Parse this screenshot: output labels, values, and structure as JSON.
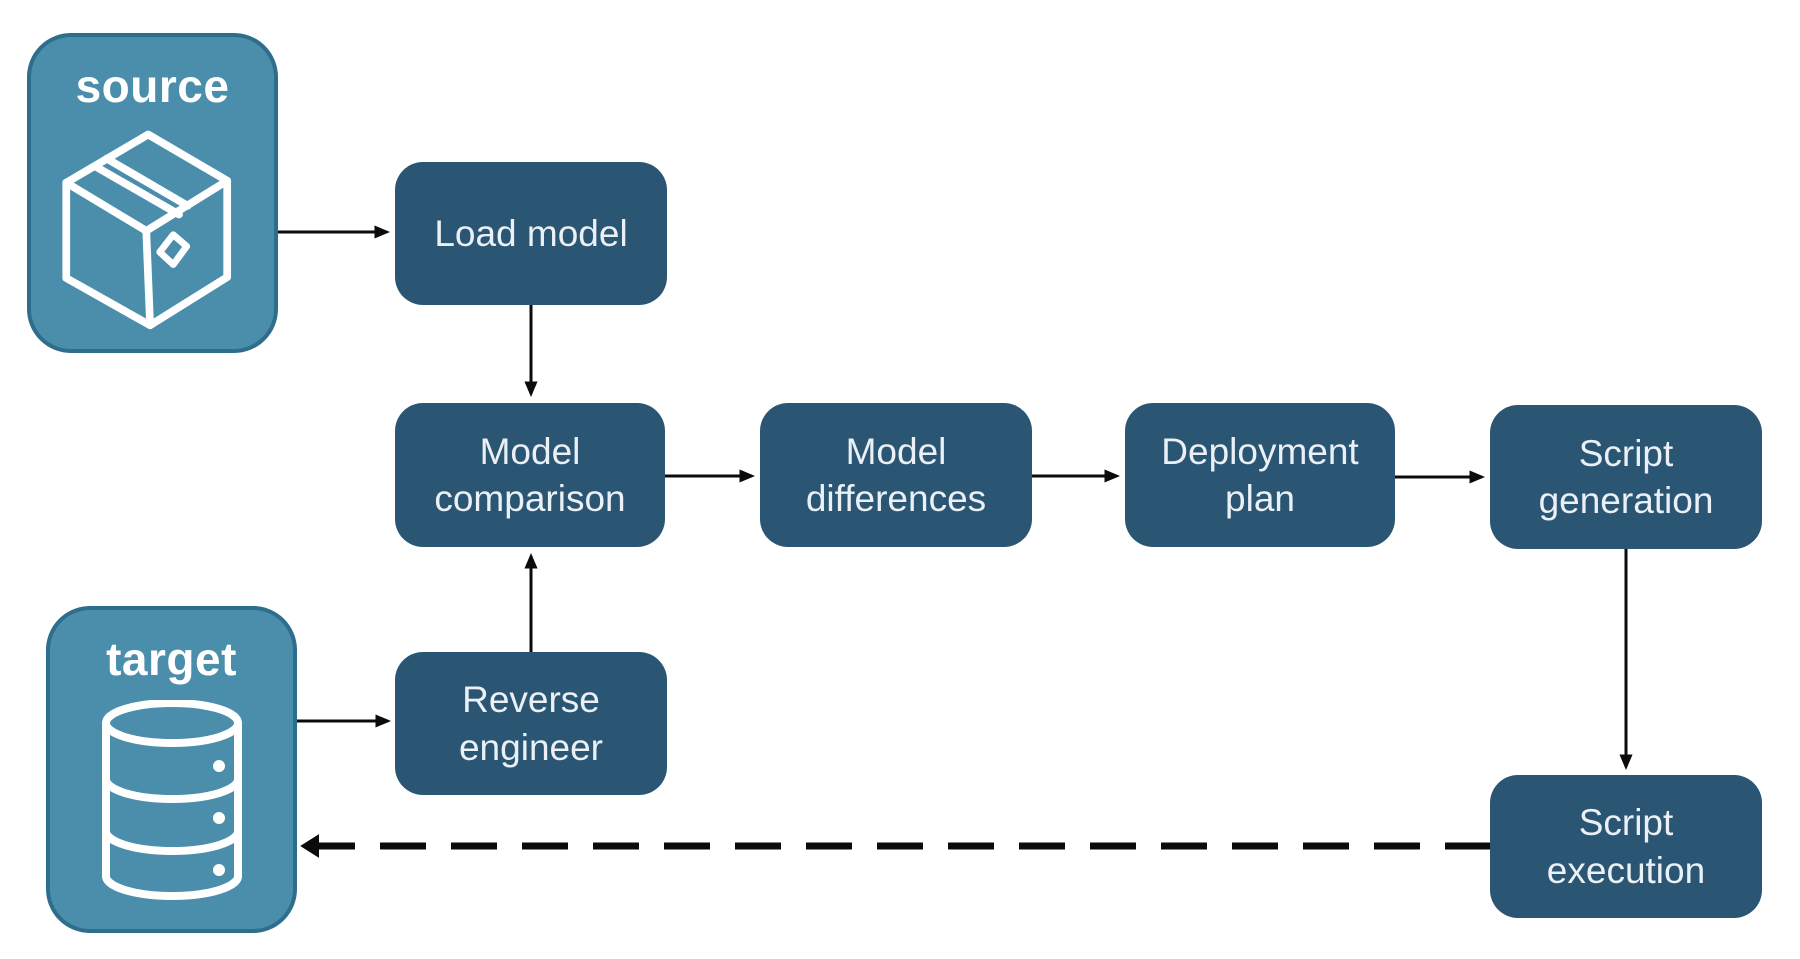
{
  "colors": {
    "canvas_bg": "#FFFFFF",
    "entity_fill": "#4A8EAC",
    "entity_border": "#2E6D8C",
    "step_fill": "#2A5674",
    "step_text": "#EAF0F5",
    "label_text": "#FFFFFF",
    "arrow": "#0B0B0B"
  },
  "entities": {
    "source": {
      "label": "source",
      "icon": "package-icon"
    },
    "target": {
      "label": "target",
      "icon": "database-icon"
    }
  },
  "steps": {
    "load_model": {
      "label": "Load model"
    },
    "model_comparison": {
      "label": "Model comparison"
    },
    "model_differences": {
      "label": "Model differences"
    },
    "deployment_plan": {
      "label": "Deployment plan"
    },
    "script_generation": {
      "label": "Script generation"
    },
    "reverse_engineer": {
      "label": "Reverse engineer"
    },
    "script_execution": {
      "label": "Script execution"
    }
  },
  "flows": [
    {
      "from": "source",
      "to": "load_model",
      "style": "solid"
    },
    {
      "from": "load_model",
      "to": "model_comparison",
      "style": "solid"
    },
    {
      "from": "target",
      "to": "reverse_engineer",
      "style": "solid"
    },
    {
      "from": "reverse_engineer",
      "to": "model_comparison",
      "style": "solid"
    },
    {
      "from": "model_comparison",
      "to": "model_differences",
      "style": "solid"
    },
    {
      "from": "model_differences",
      "to": "deployment_plan",
      "style": "solid"
    },
    {
      "from": "deployment_plan",
      "to": "script_generation",
      "style": "solid"
    },
    {
      "from": "script_generation",
      "to": "script_execution",
      "style": "solid"
    },
    {
      "from": "script_execution",
      "to": "target",
      "style": "dashed"
    }
  ]
}
